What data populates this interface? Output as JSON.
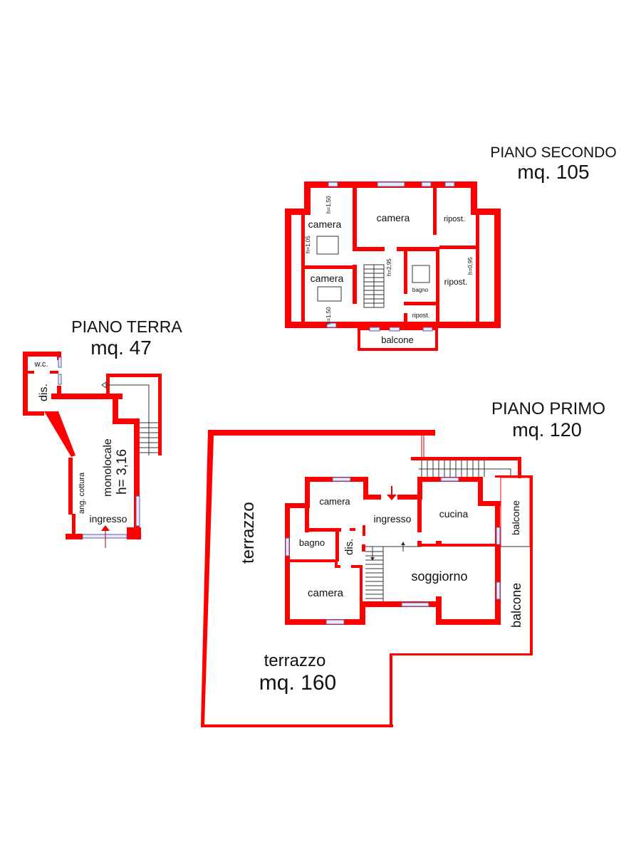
{
  "colors": {
    "wall": "#ff0000",
    "window": "#5a5aa0",
    "text": "#111111",
    "background": "#ffffff"
  },
  "floors": {
    "secondo": {
      "title": "PIANO SECONDO",
      "area": "mq. 105",
      "rooms": {
        "camera_top_left": "camera",
        "camera_top_center": "camera",
        "ripost_top_right": "ripost.",
        "camera_bottom_left": "camera",
        "bagno": "bagno",
        "ripost_right": "ripost.",
        "ripost_bottom": "ripost.",
        "balcone": "balcone"
      },
      "heights": {
        "h1": "h=1,50",
        "h2": "h=1,05",
        "h3": "h=1,50",
        "h4": "h=2,95",
        "h5": "h=0,95"
      }
    },
    "terra": {
      "title": "PIANO TERRA",
      "area": "mq. 47",
      "rooms": {
        "wc": "w.c.",
        "dis": "dis.",
        "monolocale": "monolocale",
        "height": "h= 3,16",
        "ang_cottura": "ang. cottura",
        "ingresso": "ingresso"
      }
    },
    "primo": {
      "title": "PIANO PRIMO",
      "area": "mq. 120",
      "rooms": {
        "camera_top": "camera",
        "ingresso": "ingresso",
        "cucina": "cucina",
        "balcone_top": "balcone",
        "bagno": "bagno",
        "dis": "dis.",
        "soggiorno": "soggiorno",
        "camera_bottom": "camera",
        "balcone_bottom": "balcone"
      },
      "terrazzo": {
        "side_label": "terrazzo",
        "label": "terrazzo",
        "area": "mq. 160"
      }
    }
  }
}
